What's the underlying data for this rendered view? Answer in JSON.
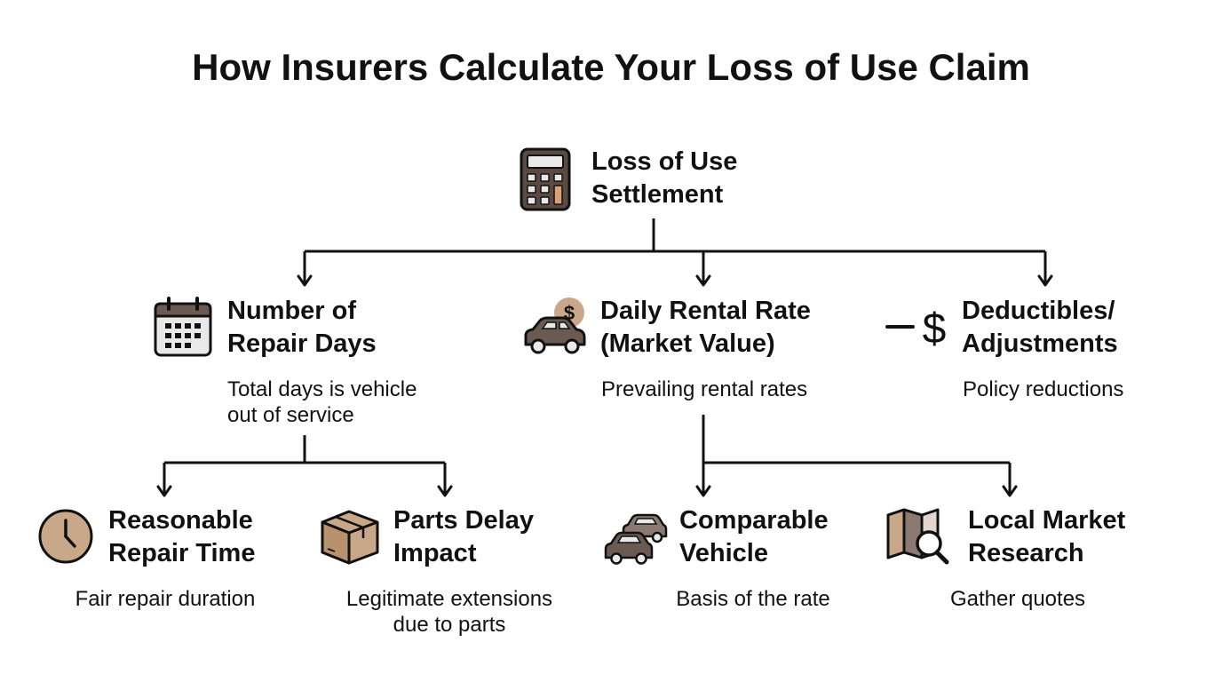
{
  "title": "How Insurers Calculate Your Loss of Use Claim",
  "colors": {
    "line": "#111111",
    "accent": "#c9a88a",
    "icon_dark": "#5a4a42",
    "icon_light": "#e9e9e9"
  },
  "root": {
    "icon": "calculator-icon",
    "label_lines": [
      "Loss of Use",
      "Settlement"
    ]
  },
  "level1": [
    {
      "icon": "calendar-icon",
      "label_lines": [
        "Number of",
        "Repair Days"
      ],
      "desc_lines": [
        "Total days is vehicle",
        "out of service"
      ]
    },
    {
      "icon": "car-dollar-icon",
      "label_lines": [
        "Daily Rental Rate",
        "(Market Value)"
      ],
      "desc_lines": [
        "Prevailing rental rates"
      ]
    },
    {
      "icon": "minus-dollar-icon",
      "label_lines": [
        "Deductibles/",
        "Adjustments"
      ],
      "desc_lines": [
        "Policy reductions"
      ]
    }
  ],
  "level2": [
    {
      "icon": "clock-icon",
      "label_lines": [
        "Reasonable",
        "Repair Time"
      ],
      "desc_lines": [
        "Fair repair duration"
      ]
    },
    {
      "icon": "box-icon",
      "label_lines": [
        "Parts Delay",
        "Impact"
      ],
      "desc_lines": [
        "Legitimate extensions",
        "due to parts"
      ]
    },
    {
      "icon": "cars-icon",
      "label_lines": [
        "Comparable",
        "Vehicle"
      ],
      "desc_lines": [
        "Basis of the rate"
      ]
    },
    {
      "icon": "map-search-icon",
      "label_lines": [
        "Local Market",
        "Research"
      ],
      "desc_lines": [
        "Gather quotes"
      ]
    }
  ]
}
